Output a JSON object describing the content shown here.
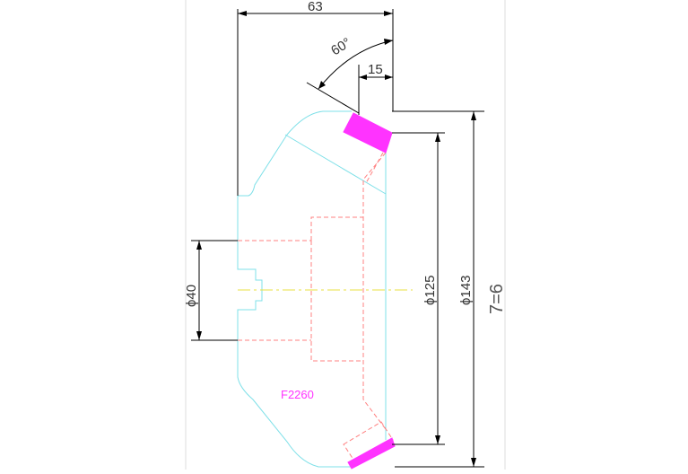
{
  "colors": {
    "background": "#ffffff",
    "outline": "#7fe0e8",
    "hidden": "#ff8080",
    "centerline": "#e8e040",
    "dimension": "#000000",
    "highlight": "#ff33ff",
    "frame": "#dddddd"
  },
  "dimensions": {
    "width_top": "63",
    "angle": "60°",
    "offset": "15",
    "bore_diameter": "ϕ40",
    "inner_diameter": "ϕ125",
    "outer_diameter": "ϕ143",
    "teeth_ratio": "7=6"
  },
  "labels": {
    "part_code": "F2260"
  }
}
